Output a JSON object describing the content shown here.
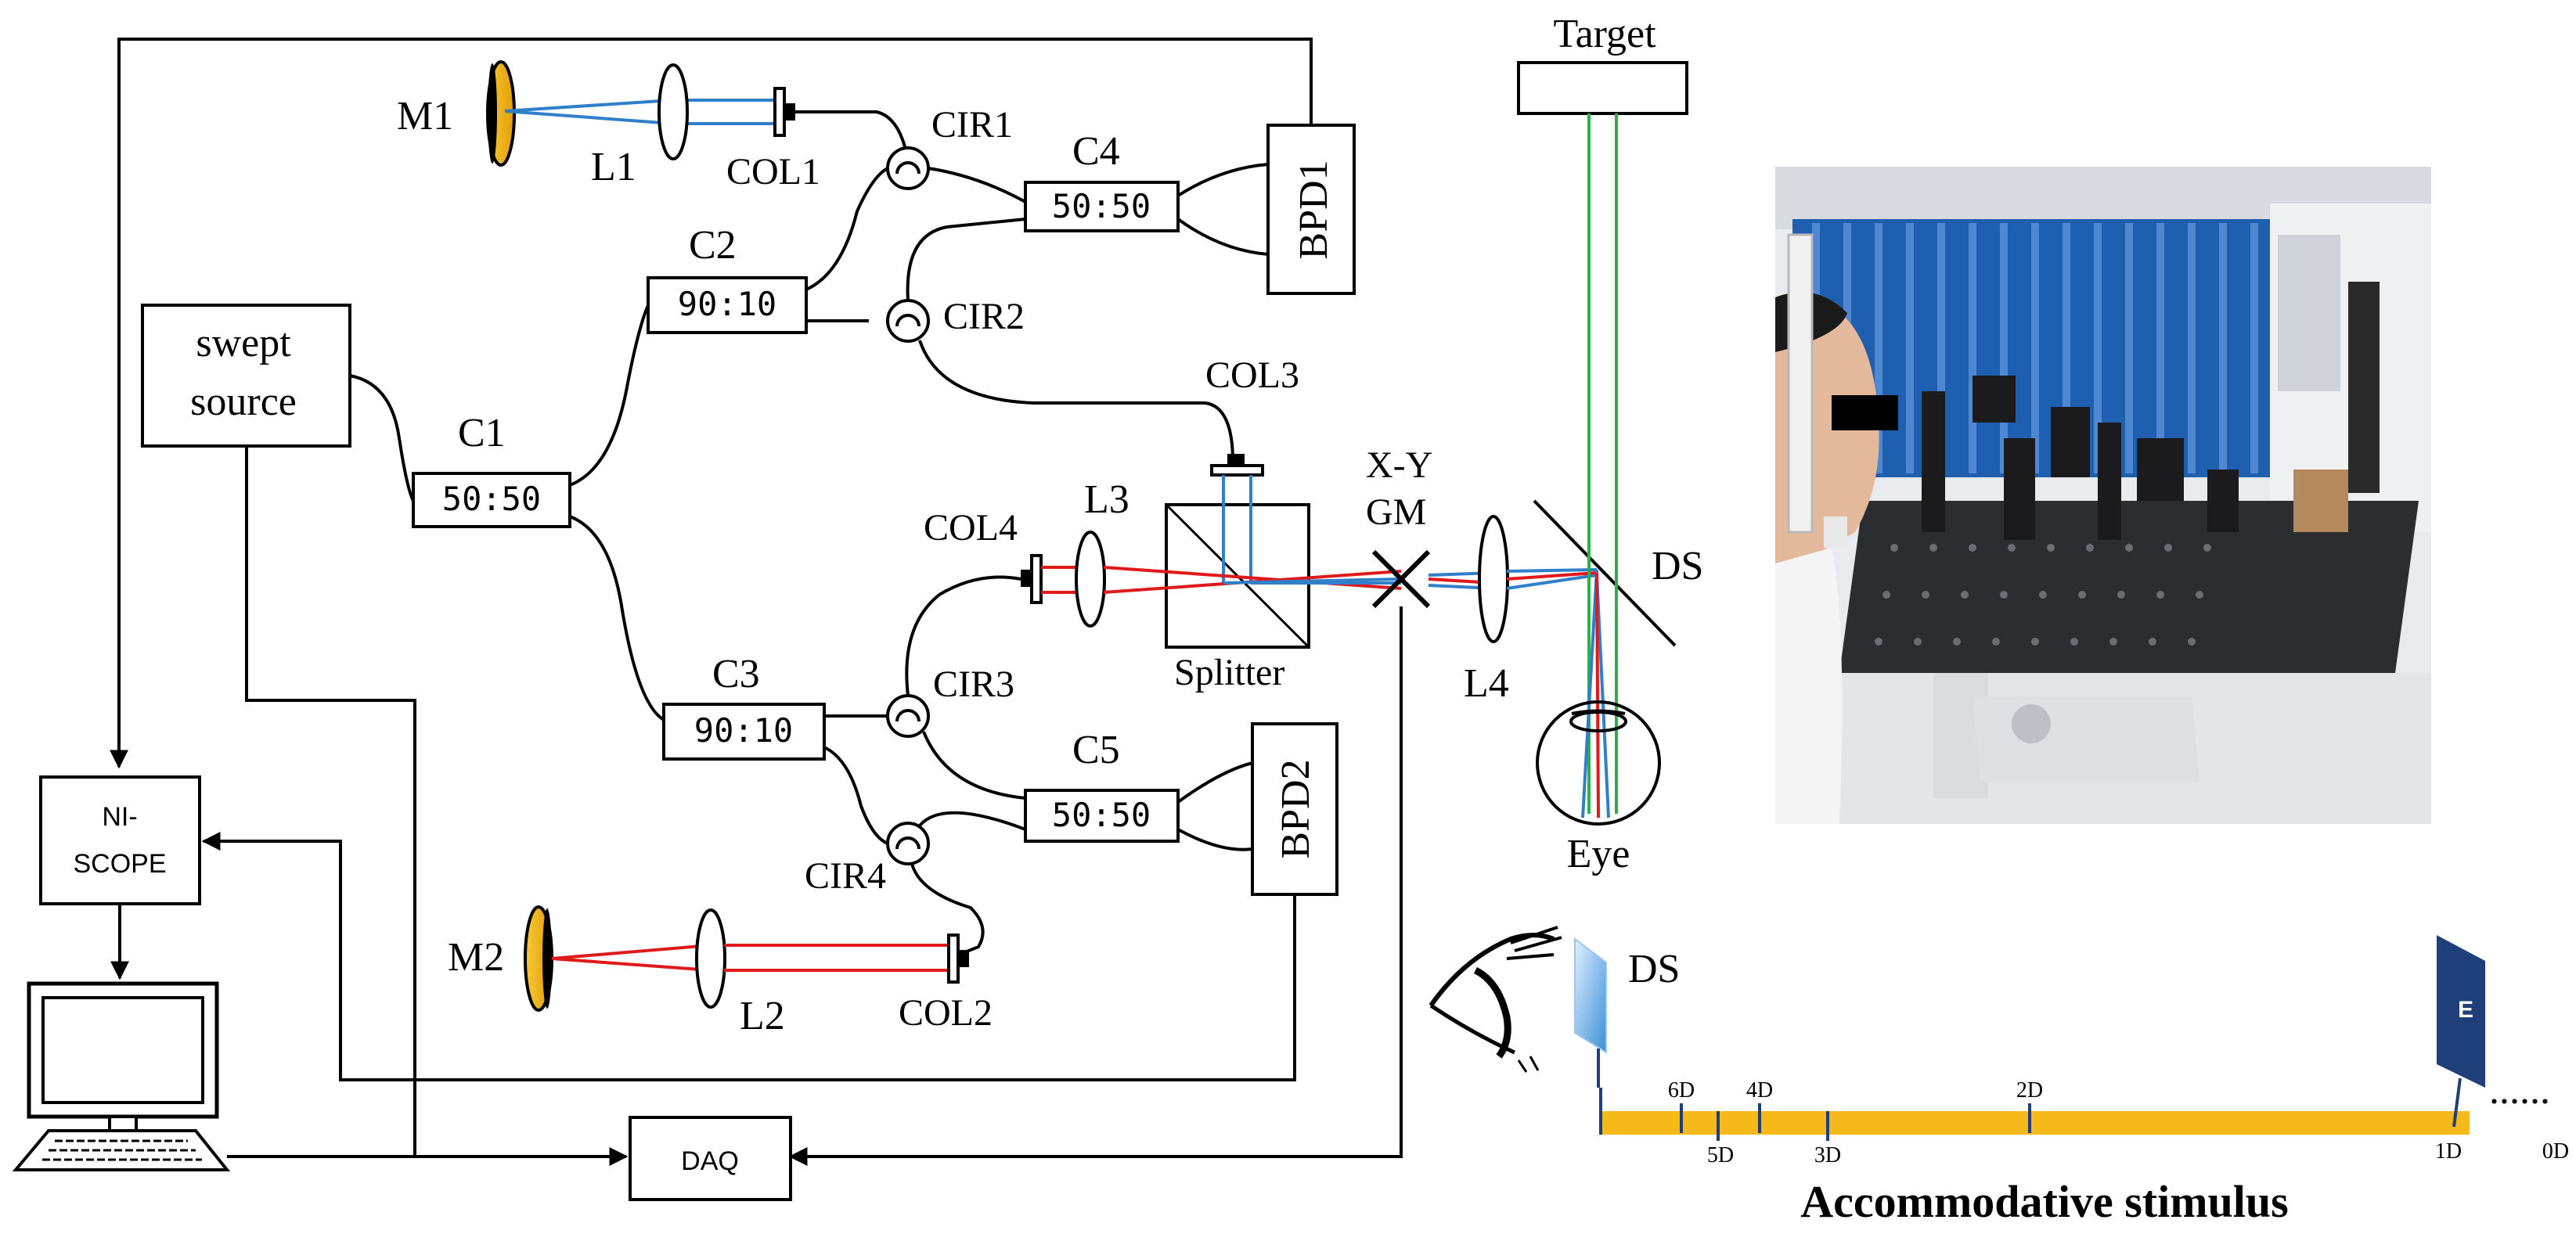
{
  "labels": {
    "m1": "M1",
    "l1": "L1",
    "col1": "COL1",
    "cir1": "CIR1",
    "c4": "C4",
    "c4_ratio": "50:50",
    "bpd1": "BPD1",
    "c2": "C2",
    "c2_ratio": "90:10",
    "cir2": "CIR2",
    "swept1": "swept",
    "swept2": "source",
    "c1": "C1",
    "c1_ratio": "50:50",
    "col3": "COL3",
    "xy": "X-Y",
    "gm": "GM",
    "col4": "COL4",
    "l3": "L3",
    "splitter": "Splitter",
    "ds": "DS",
    "l4": "L4",
    "eye": "Eye",
    "c3": "C3",
    "c3_ratio": "90:10",
    "cir3": "CIR3",
    "c5": "C5",
    "c5_ratio": "50:50",
    "bpd2": "BPD2",
    "cir4": "CIR4",
    "ni1": "NI-",
    "ni2": "SCOPE",
    "m2": "M2",
    "l2": "L2",
    "col2": "COL2",
    "daq": "DAQ",
    "target": "Target"
  },
  "stimulus": {
    "ds_label": "DS",
    "title": "Accommodative stimulus",
    "ellipsis": "......",
    "ticks": [
      "6D",
      "5D",
      "4D",
      "3D",
      "2D",
      "1D",
      "0D"
    ]
  },
  "colors": {
    "blue_beam": "#2f7fc9",
    "red_beam": "#e0191b",
    "green_beam": "#28b34a",
    "mirror": "#f0b21e",
    "stimulus_bar": "#f5b91a",
    "target_panel": "#1f3f7a"
  },
  "photo": {
    "icon": "setup-photo"
  }
}
